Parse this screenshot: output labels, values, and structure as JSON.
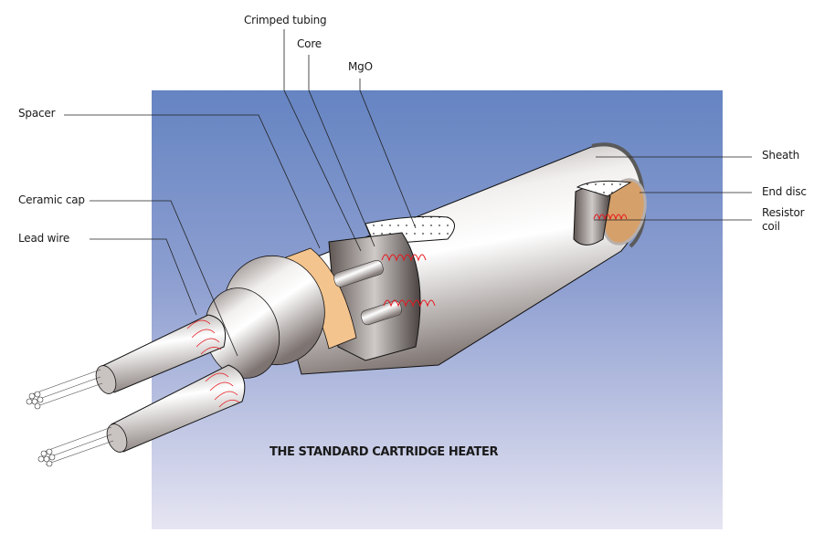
{
  "diagram": {
    "title": "THE STANDARD CARTRIDGE HEATER",
    "labels": {
      "crimped_tubing": "Crimped tubing",
      "core": "Core",
      "mgo": "MgO",
      "spacer": "Spacer",
      "ceramic_cap": "Ceramic cap",
      "lead_wire": "Lead wire",
      "sheath": "Sheath",
      "end_disc": "End disc",
      "resistor_coil_line1": "Resistor",
      "resistor_coil_line2": "coil"
    },
    "colors": {
      "background_top": "#6584c2",
      "background_bottom": "#e6e5f2",
      "metal": "#d9d5d4",
      "metal_dark": "#6e6461",
      "spacer": "#f4c48e",
      "end_disc": "#d6a06a",
      "coil": "#e8151b",
      "mgo_fill": "#ffffff"
    }
  }
}
